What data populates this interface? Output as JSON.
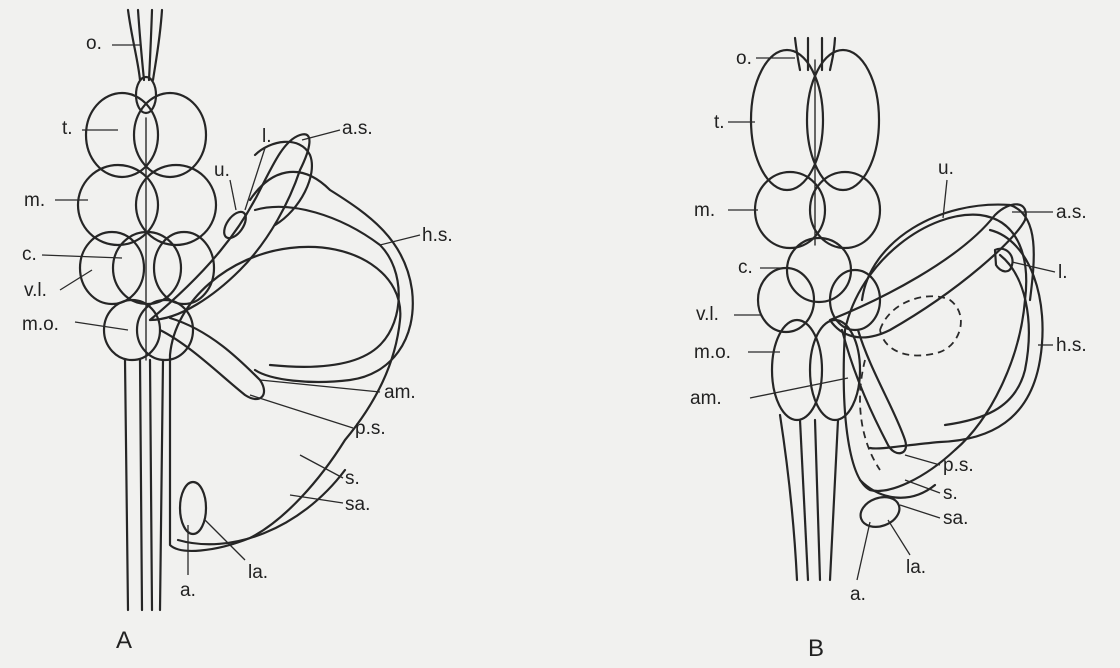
{
  "figure": {
    "panels": [
      {
        "id": "A",
        "caption": "A",
        "labels": [
          "o.",
          "t.",
          "m.",
          "c.",
          "v.l.",
          "m.o.",
          "u.",
          "l.",
          "a.s.",
          "h.s.",
          "am.",
          "p.s.",
          "s.",
          "sa.",
          "la.",
          "a."
        ]
      },
      {
        "id": "B",
        "caption": "B",
        "labels": [
          "o.",
          "t.",
          "m.",
          "c.",
          "v.l.",
          "m.o.",
          "am.",
          "u.",
          "a.s.",
          "l.",
          "h.s.",
          "p.s.",
          "s.",
          "sa.",
          "la.",
          "a."
        ]
      }
    ]
  }
}
